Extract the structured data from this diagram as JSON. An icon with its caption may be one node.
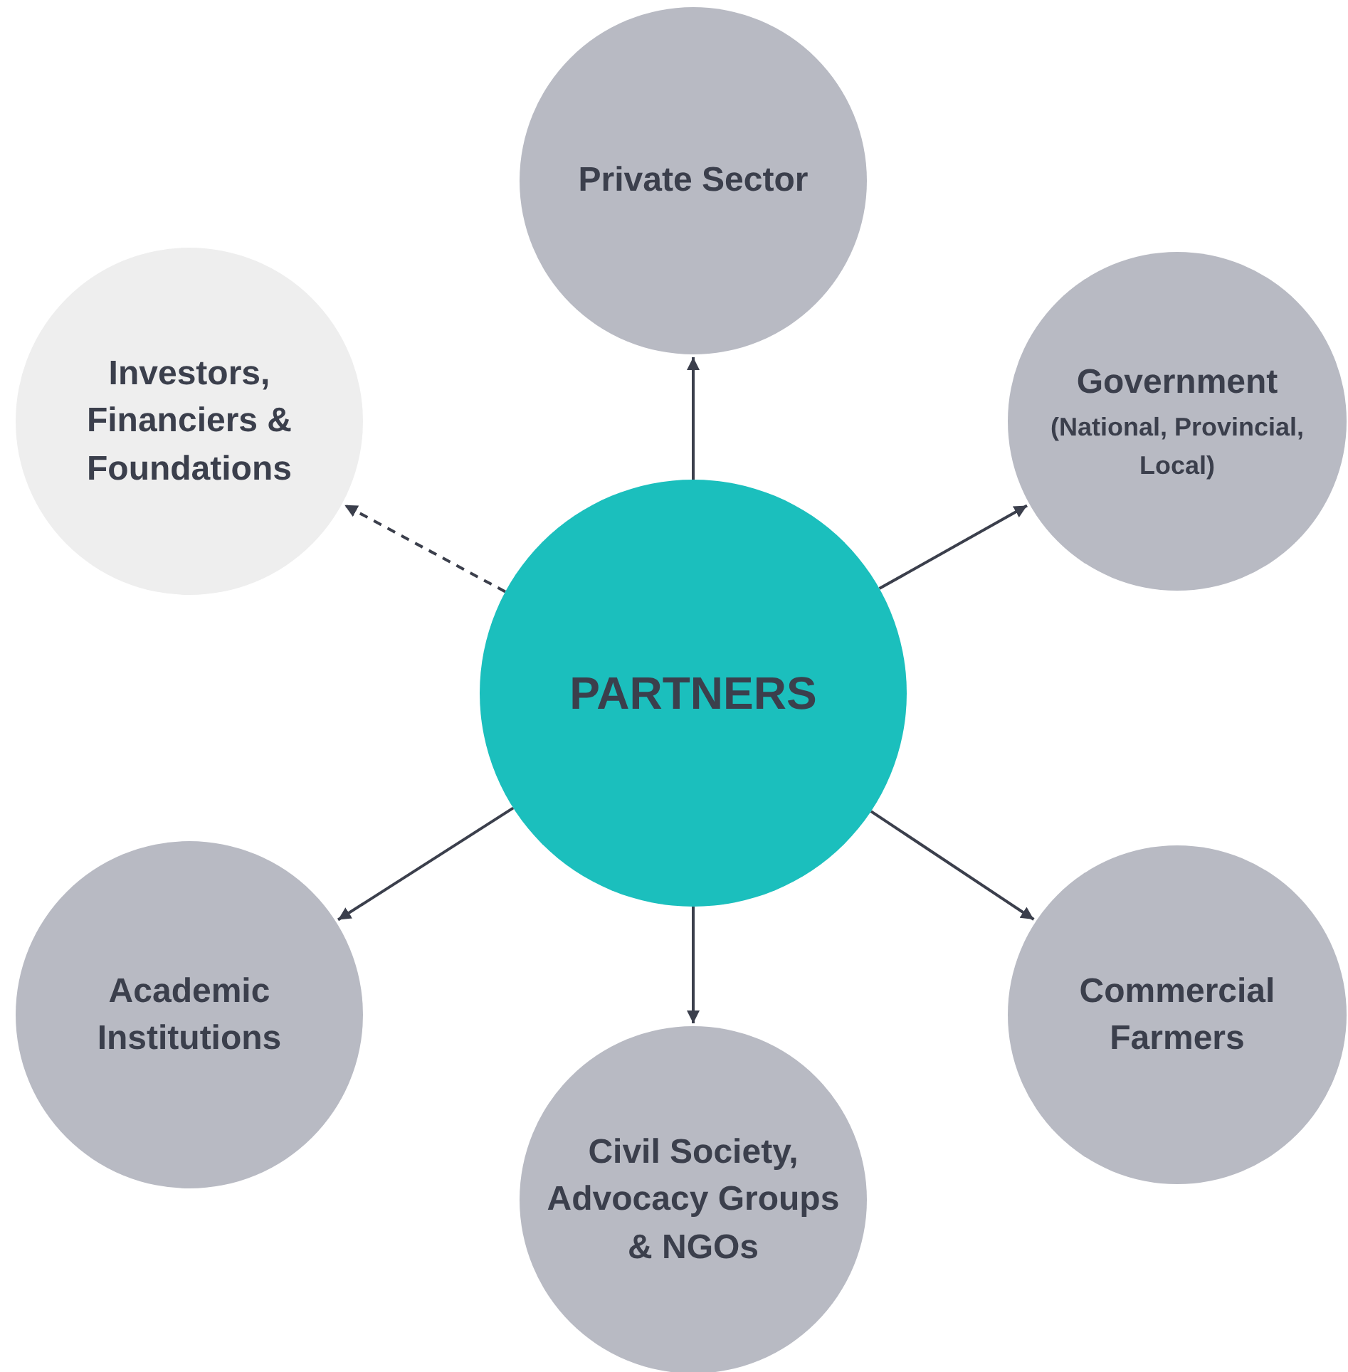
{
  "diagram": {
    "nodes": [
      {
        "text": [
          "PARTNERS"
        ]
      },
      {
        "text": [
          "Private Sector"
        ]
      },
      {
        "text": [
          "Investors, Financiers & Foundations"
        ]
      },
      {
        "text": [
          "Government",
          "(National, Provincial, Local)"
        ]
      },
      {
        "text": [
          "Academic Institutions"
        ]
      },
      {
        "text": [
          "Commercial Farmers"
        ]
      },
      {
        "text": [
          "Civil Society, Advocacy Groups & NGOs"
        ]
      }
    ],
    "edges": [
      {
        "from": 0,
        "to": 1,
        "arrow": "to"
      },
      {
        "from": 0,
        "to": 2,
        "arrow": "to",
        "style": "dashed"
      },
      {
        "from": 0,
        "to": 3,
        "arrow": "to"
      },
      {
        "from": 0,
        "to": 4,
        "arrow": "to"
      },
      {
        "from": 0,
        "to": 5,
        "arrow": "to"
      },
      {
        "from": 0,
        "to": 6,
        "arrow": "to"
      }
    ]
  }
}
